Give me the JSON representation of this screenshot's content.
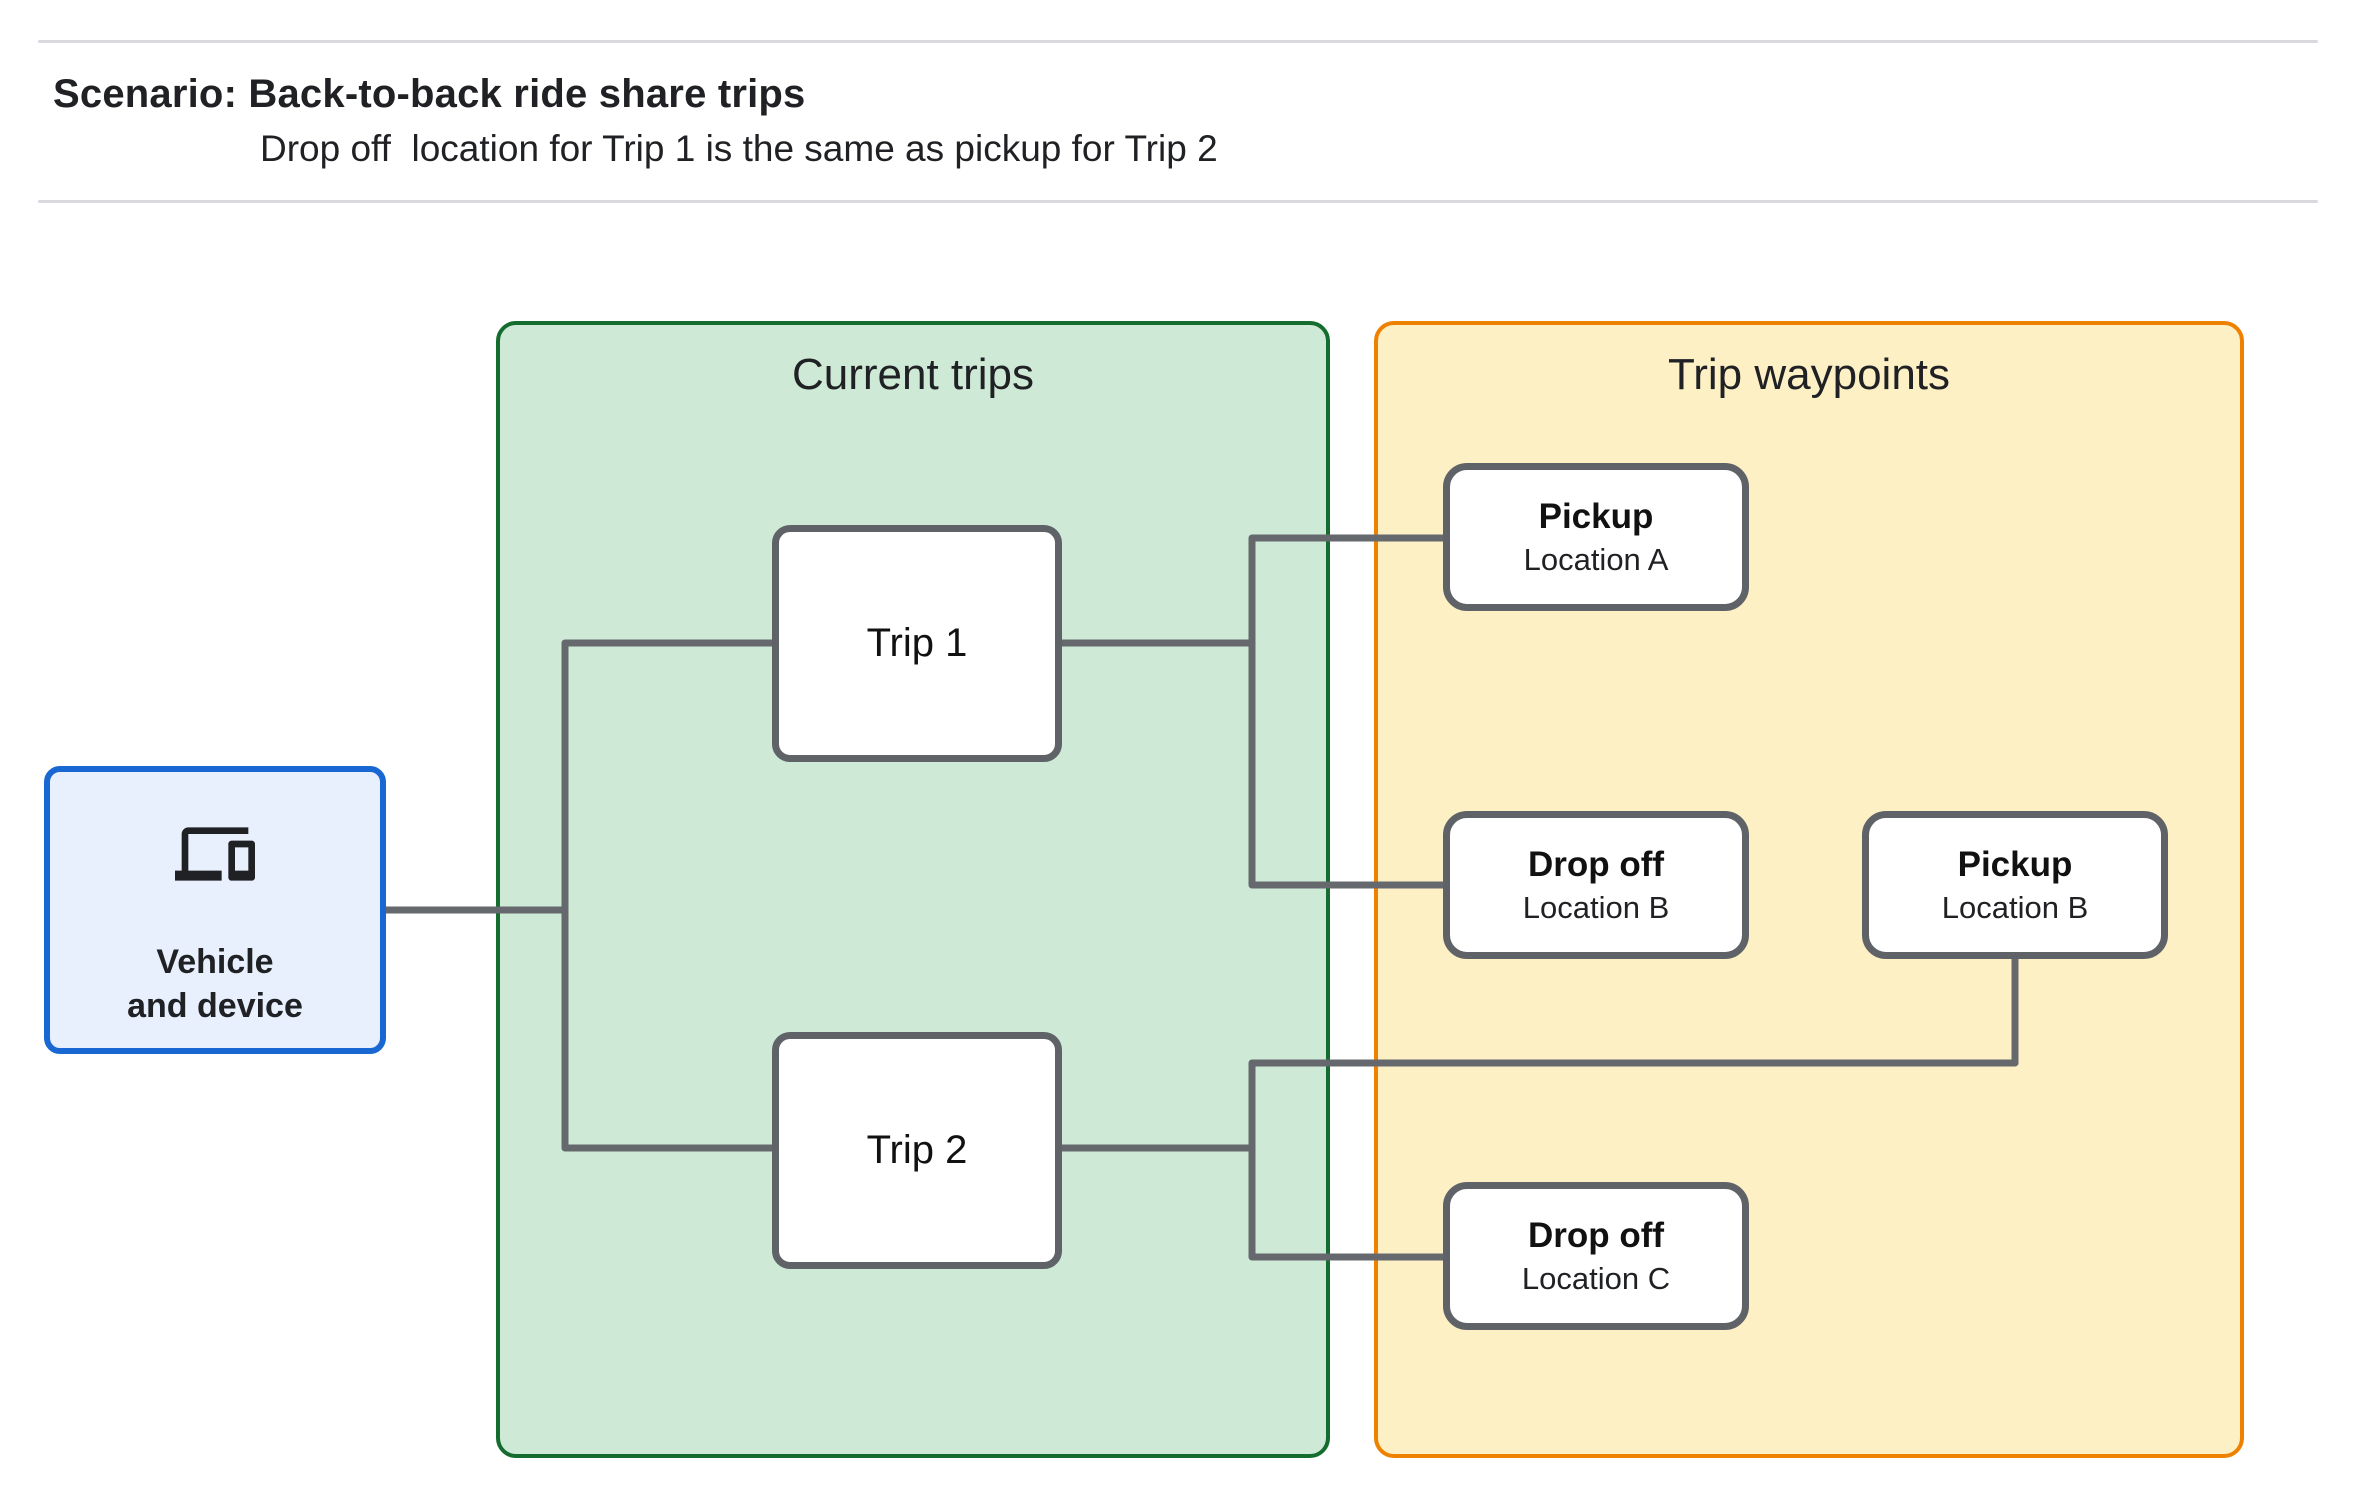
{
  "header": {
    "scenario_title": "Scenario: Back-to-back ride share trips",
    "scenario_description": "Drop off  location for Trip 1 is the same as pickup for Trip 2"
  },
  "diagram": {
    "vehicle_box": {
      "icon": "devices-icon",
      "label_line1": "Vehicle",
      "label_line2": "and device"
    },
    "groups": {
      "current_trips": {
        "title": "Current trips",
        "fill": "#cee9d6",
        "border": "#146c2e"
      },
      "trip_waypoints": {
        "title": "Trip waypoints",
        "fill": "#fdf0c5",
        "border": "#ee8100"
      }
    },
    "trips": [
      {
        "label": "Trip 1"
      },
      {
        "label": "Trip 2"
      }
    ],
    "waypoints": [
      {
        "title": "Pickup",
        "subtitle": "Location A"
      },
      {
        "title": "Drop off",
        "subtitle": "Location B"
      },
      {
        "title": "Pickup",
        "subtitle": "Location B"
      },
      {
        "title": "Drop off",
        "subtitle": "Location C"
      }
    ],
    "colors": {
      "vehicle_fill": "#e8f0fe",
      "vehicle_border": "#1967d2",
      "node_border": "#5f6368",
      "connector": "#65696d",
      "text": "#202124"
    }
  }
}
